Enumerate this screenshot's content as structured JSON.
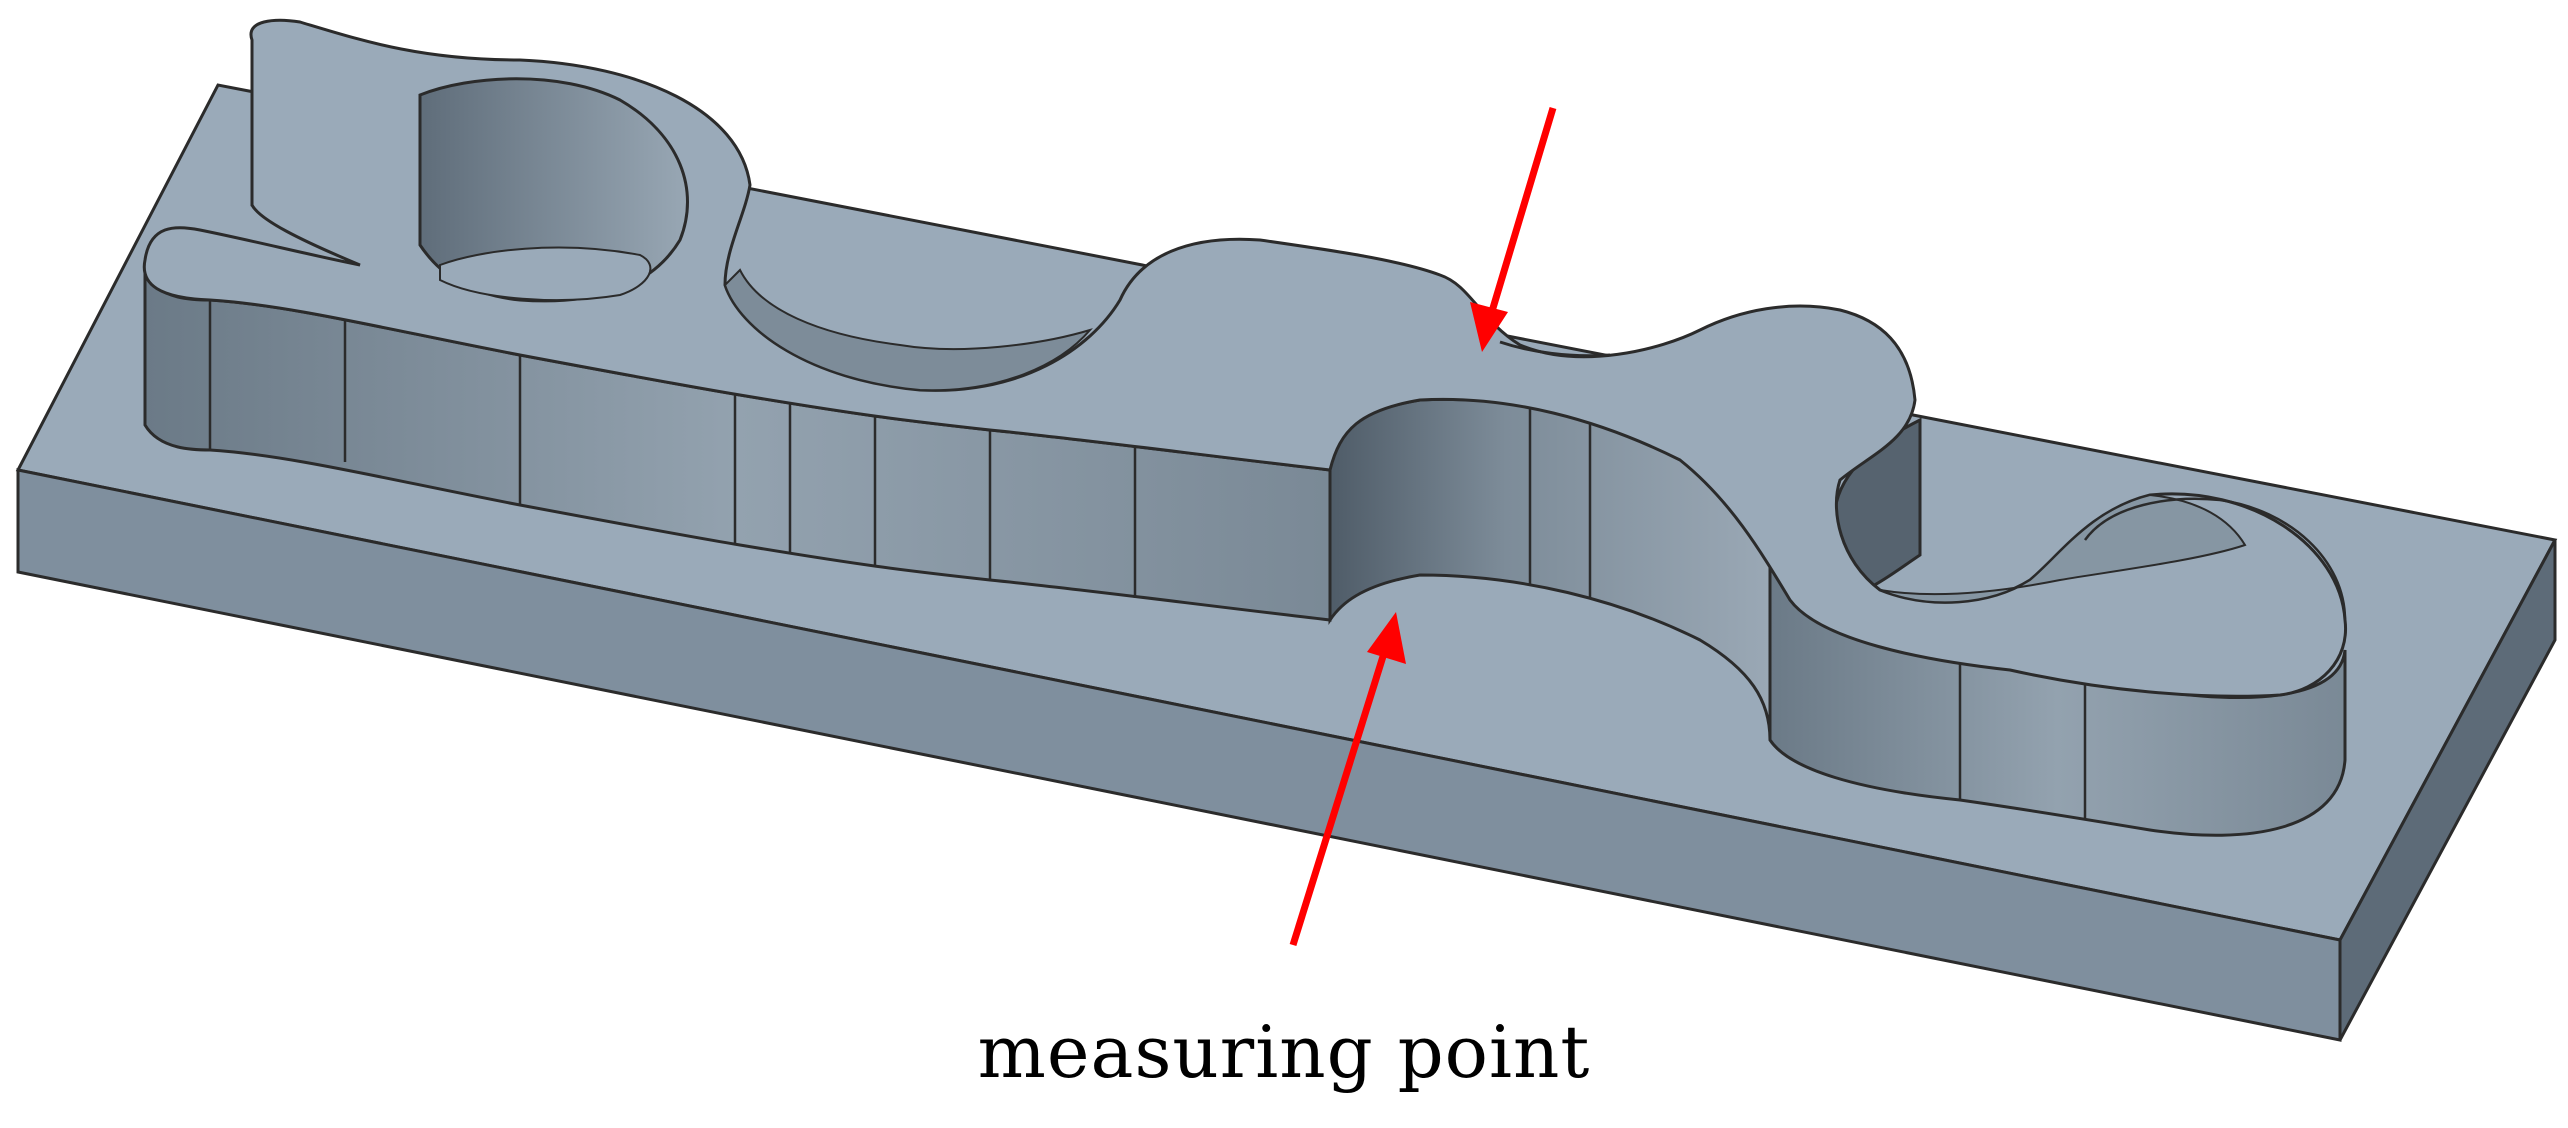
{
  "figure": {
    "caption": "measuring point"
  },
  "colors": {
    "top_face": "#9aaab9",
    "side_face": "#7f8f9e",
    "end_face": "#5d6b78",
    "pocket_wall_light": "#8d9daa",
    "pocket_wall_dark": "#5e6c79",
    "edge": "#2b2b2b",
    "arrow": "#ff0000",
    "background": "#ffffff"
  },
  "icons": {
    "arrows": [
      "arrow-top-to-measuring-point",
      "arrow-bottom-to-measuring-point"
    ]
  }
}
